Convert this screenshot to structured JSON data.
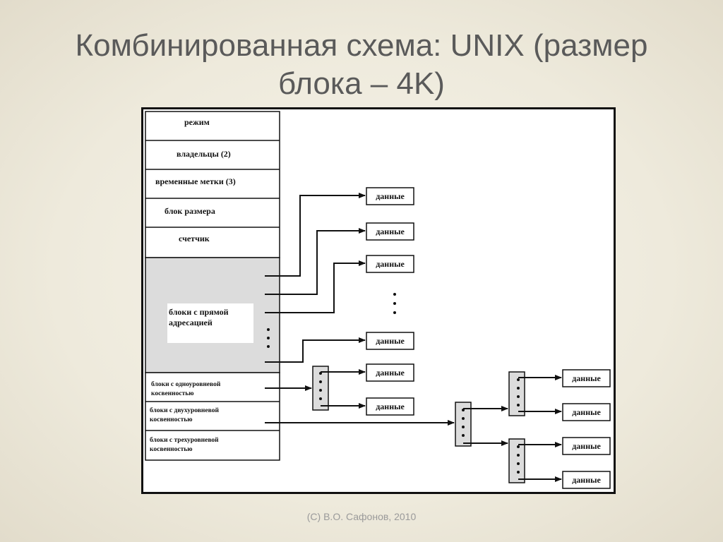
{
  "slide": {
    "title_line1": "Комбинированная схема: UNIX (размер",
    "title_line2": "блока – 4K)",
    "footer": "(С) В.О. Сафонов, 2010"
  },
  "inode": {
    "mode": "режим",
    "owners": "владельцы (2)",
    "timestamps": "временные метки (3)",
    "size_block": "блок размера",
    "counter": "счетчик",
    "direct_line1": "блоки с прямой",
    "direct_line2": "адресацией",
    "single_line1": "блоки с одноуровневой",
    "single_line2": "косвенностью",
    "double_line1": "блоки с двухуровневой",
    "double_line2": "косвенностью",
    "triple_line1": "блоки с трехуровневой",
    "triple_line2": "косвенностью"
  },
  "data_label": "данные",
  "colors": {
    "shaded": "#dcdcdc",
    "border": "#111111"
  }
}
